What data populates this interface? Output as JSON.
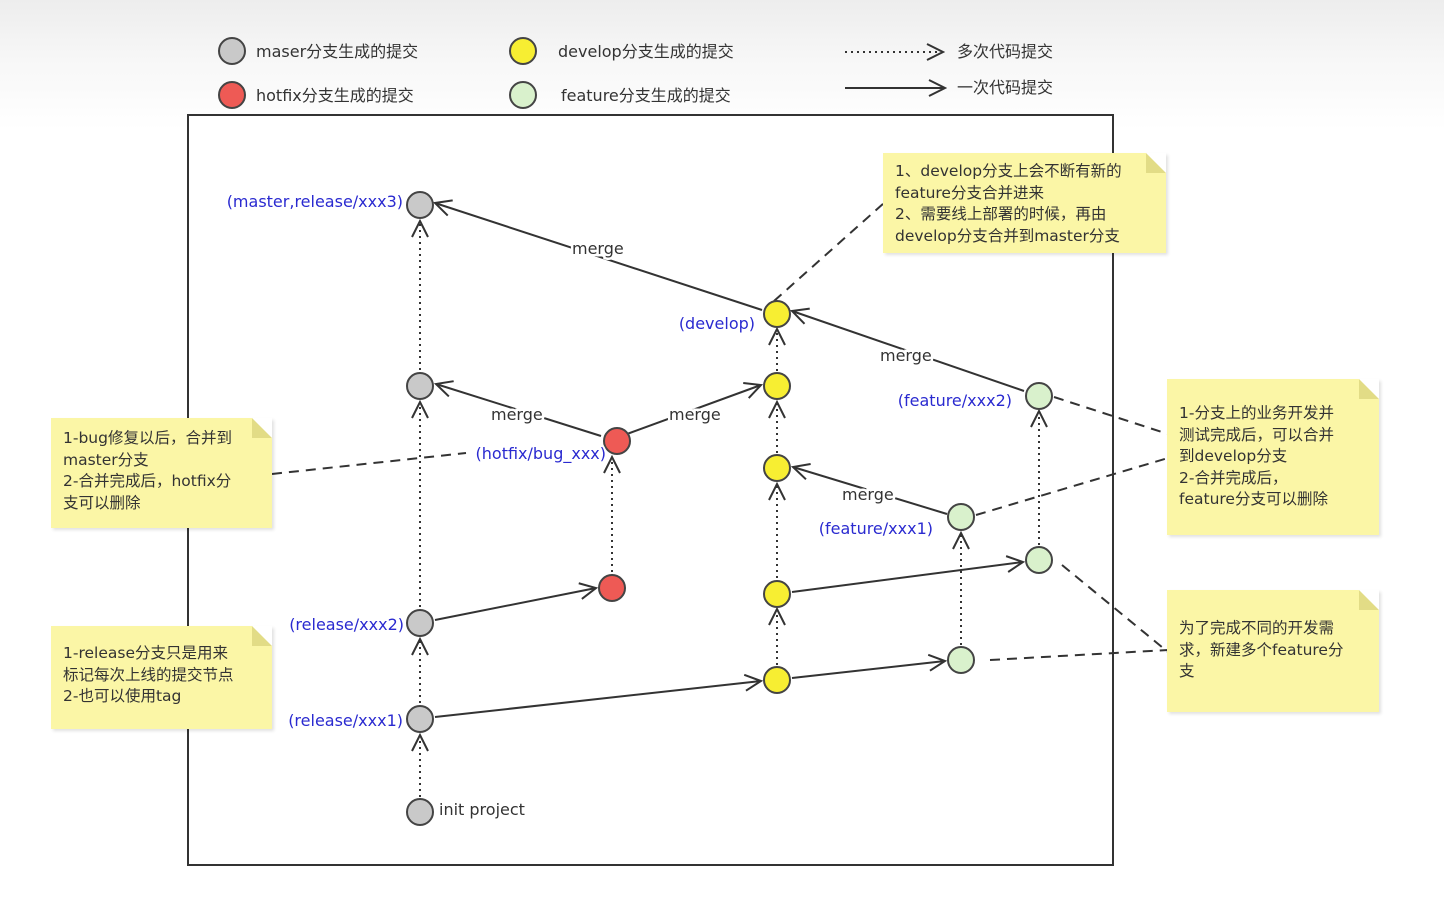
{
  "legend": {
    "master_commit": "maser分支生成的提交",
    "develop_commit": "develop分支生成的提交",
    "hotfix_commit": "hotfix分支生成的提交",
    "feature_commit": "feature分支生成的提交",
    "multi_commit": "多次代码提交",
    "single_commit": "一次代码提交"
  },
  "colors": {
    "master": "#c9c9c9",
    "develop": "#f7ee32",
    "hotfix": "#ee5a55",
    "feature": "#d9f1cc",
    "note_bg": "#fbf6a6",
    "branch_label": "#2a2ad0"
  },
  "labels": {
    "master_release3": "(master,release/xxx3)",
    "release2": "(release/xxx2)",
    "release1": "(release/xxx1)",
    "init": "init project",
    "hotfix": "(hotfix/bug_xxx)",
    "develop": "(develop)",
    "feature2": "(feature/xxx2)",
    "feature1": "(feature/xxx1)"
  },
  "merge_label": "merge",
  "notes": {
    "develop_note": [
      "1、develop分支上会不断有新的",
      "feature分支合并进来",
      "2、需要线上部署的时候，再由",
      "develop分支合并到master分支"
    ],
    "hotfix_note": [
      "1-bug修复以后，合并到",
      "master分支",
      "2-合并完成后，hotfix分",
      "支可以删除"
    ],
    "release_note": [
      "1-release分支只是用来",
      "标记每次上线的提交节点",
      "2-也可以使用tag"
    ],
    "feature_merge_note": [
      "1-分支上的业务开发并",
      "测试完成后，可以合并",
      "到develop分支",
      "2-合并完成后，",
      "feature分支可以删除"
    ],
    "feature_create_note": [
      "为了完成不同的开发需",
      "求，新建多个feature分",
      "支"
    ]
  }
}
